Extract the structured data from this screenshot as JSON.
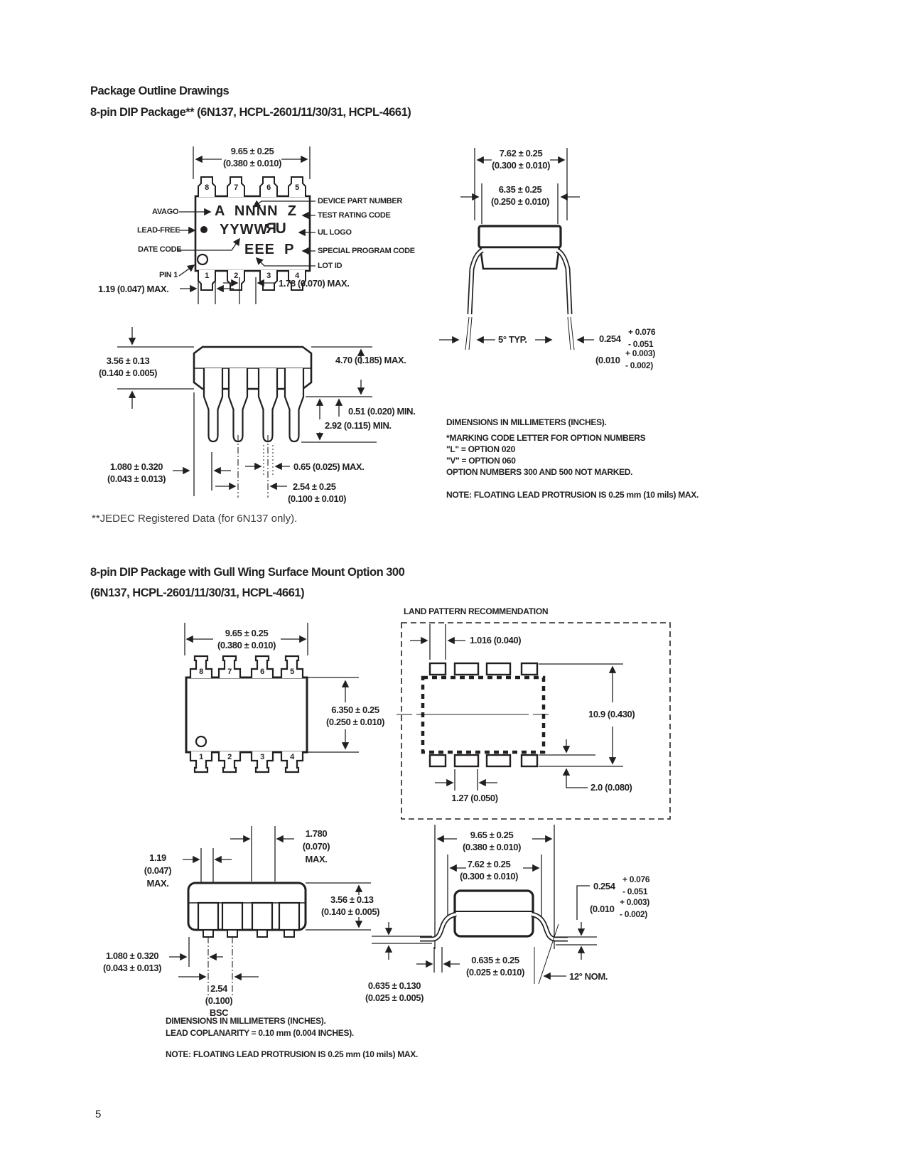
{
  "page": {
    "number": "5"
  },
  "section1": {
    "title": "Package Outline Drawings",
    "subtitle": "8-pin DIP Package** (6N137, HCPL-2601/11/30/31, HCPL-4661)",
    "jedec_note": "**JEDEC Registered Data (for 6N137 only).",
    "top_view": {
      "width_mm": "9.65 ± 0.25",
      "width_in": "(0.380 ± 0.010)",
      "pins_top": [
        "8",
        "7",
        "6",
        "5"
      ],
      "pins_bottom": [
        "1",
        "2",
        "3",
        "4"
      ],
      "marking_line1": "A  NNNN  Z",
      "marking_line2": "YYWW",
      "ul_logo": "ЯU",
      "marking_line3": "EEE  P",
      "callout_avago": "AVAGO",
      "callout_leadfree": "LEAD-FREE",
      "callout_datecode": "DATE CODE",
      "callout_pin1": "PIN 1",
      "callout_device": "DEVICE PART NUMBER",
      "callout_test": "TEST RATING CODE",
      "callout_ul": "UL LOGO",
      "callout_special": "SPECIAL PROGRAM CODE",
      "callout_lot": "LOT ID",
      "lead_width": "1.19 (0.047) MAX.",
      "lead_offset": "1.78 (0.070) MAX."
    },
    "side_view": {
      "body_h_mm": "3.56 ± 0.13",
      "body_h_in": "(0.140 ± 0.005)",
      "overall_h": "4.70 (0.185) MAX.",
      "standoff": "0.51 (0.020) MIN.",
      "lead_len": "2.92 (0.115) MIN.",
      "base_w_mm": "1.080 ± 0.320",
      "base_w_in": "(0.043 ± 0.013)",
      "tip_w": "0.65 (0.025) MAX.",
      "pitch_mm": "2.54 ± 0.25",
      "pitch_in": "(0.100 ± 0.010)"
    },
    "end_view": {
      "span_mm": "7.62 ± 0.25",
      "span_in": "(0.300 ± 0.010)",
      "body_w_mm": "6.35 ± 0.25",
      "body_w_in": "(0.250 ± 0.010)",
      "lead_angle": "5° TYP.",
      "thk_mm": "0.254",
      "thk_mm_plus": "+ 0.076",
      "thk_mm_minus": "- 0.051",
      "thk_in": "(0.010",
      "thk_in_plus": "+ 0.003)",
      "thk_in_minus": "- 0.002)"
    },
    "notes": {
      "units": "DIMENSIONS IN MILLIMETERS (INCHES).",
      "marking": "*MARKING CODE LETTER FOR OPTION NUMBERS",
      "opt020": "\"L\" = OPTION 020",
      "opt060": "\"V\" = OPTION 060",
      "opt_not_marked": "OPTION NUMBERS 300 AND 500 NOT MARKED.",
      "protrusion": "NOTE: FLOATING LEAD PROTRUSION IS 0.25 mm (10 mils) MAX."
    }
  },
  "section2": {
    "title": "8-pin DIP Package with Gull Wing Surface Mount Option 300",
    "subtitle": "(6N137, HCPL-2601/11/30/31, HCPL-4661)",
    "top_view": {
      "width_mm": "9.65 ± 0.25",
      "width_in": "(0.380 ± 0.010)",
      "height_mm": "6.350 ± 0.25",
      "height_in": "(0.250 ± 0.010)",
      "pins_top": [
        "8",
        "7",
        "6",
        "5"
      ],
      "pins_bottom": [
        "1",
        "2",
        "3",
        "4"
      ]
    },
    "land_pattern": {
      "title": "LAND PATTERN RECOMMENDATION",
      "pad_width": "1.016 (0.040)",
      "span": "10.9 (0.430)",
      "pitch": "1.27 (0.050)",
      "pad_length": "2.0 (0.080)"
    },
    "side_view": {
      "tip_mm": "1.780",
      "tip_in": "(0.070)",
      "tip_max": "MAX.",
      "lead_w_mm": "1.19",
      "lead_w_in": "(0.047)",
      "lead_w_max": "MAX.",
      "body_h_mm": "3.56 ± 0.13",
      "body_h_in": "(0.140 ± 0.005)",
      "base_w_mm": "1.080 ± 0.320",
      "base_w_in": "(0.043 ± 0.013)",
      "pitch_mm": "2.54",
      "pitch_in": "(0.100)",
      "pitch_bsc": "BSC"
    },
    "end_view": {
      "span_mm": "9.65 ± 0.25",
      "span_in": "(0.380 ± 0.010)",
      "body_w_mm": "7.62 ± 0.25",
      "body_w_in": "(0.300 ± 0.010)",
      "thk_mm": "0.254",
      "thk_mm_plus": "+ 0.076",
      "thk_mm_minus": "- 0.051",
      "thk_in": "(0.010",
      "thk_in_plus": "+ 0.003)",
      "thk_in_minus": "- 0.002)",
      "foot_mm": "0.635 ± 0.25",
      "foot_in": "(0.025 ± 0.010)",
      "standoff_mm": "0.635 ± 0.130",
      "standoff_in": "(0.025 ± 0.005)",
      "foot_angle": "12° NOM."
    },
    "notes": {
      "units": "DIMENSIONS IN MILLIMETERS (INCHES).",
      "coplanarity": "LEAD COPLANARITY = 0.10 mm (0.004 INCHES).",
      "protrusion": "NOTE: FLOATING LEAD PROTRUSION IS 0.25 mm (10 mils) MAX."
    }
  }
}
